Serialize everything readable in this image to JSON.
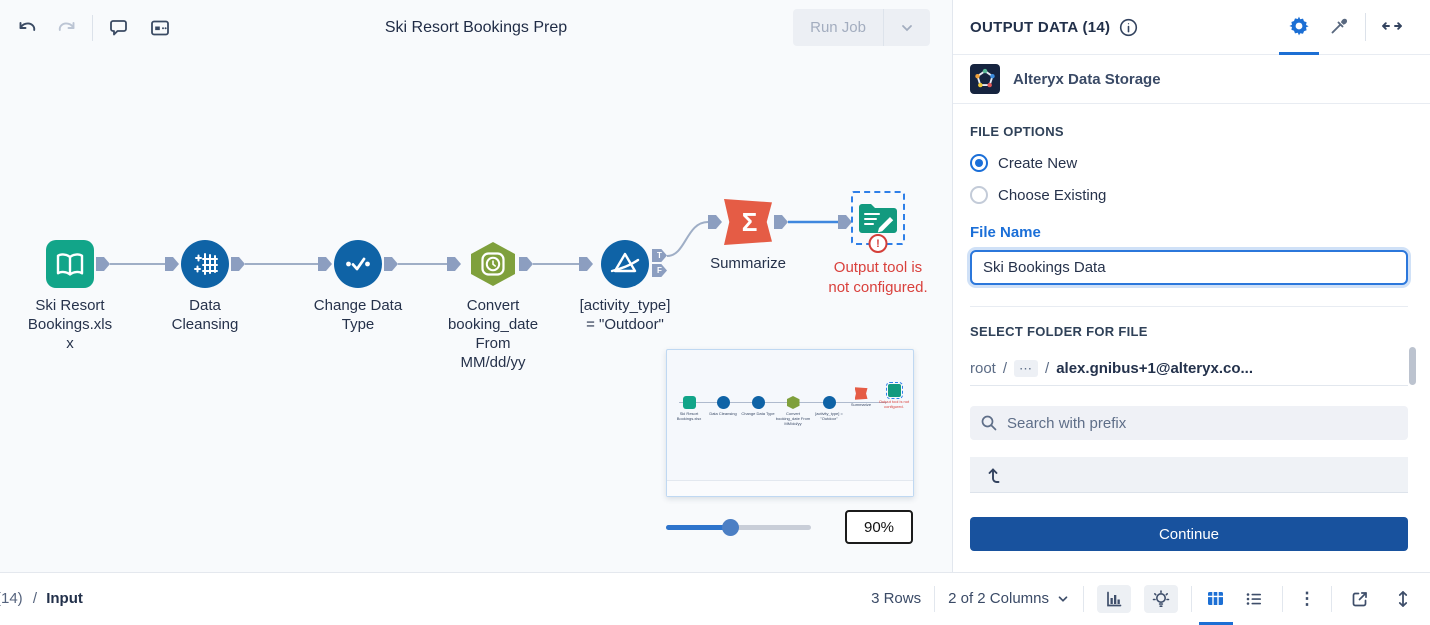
{
  "colors": {
    "accent_blue": "#1C6FD4",
    "node_blue": "#0F63A6",
    "node_green": "#12A589",
    "node_olive": "#7FA03C",
    "node_orange": "#E55C45",
    "error_red": "#D9403C",
    "continue_blue": "#18529E"
  },
  "toolbar": {
    "title": "Ski Resort Bookings Prep",
    "run_job": "Run Job"
  },
  "canvas": {
    "nodes": [
      {
        "label": "Ski Resort Bookings.xlsx"
      },
      {
        "label": "Data Cleansing"
      },
      {
        "label": "Change Data Type"
      },
      {
        "label": "Convert booking_date From MM/dd/yy"
      },
      {
        "label": "[activity_type] = \"Outdoor\"",
        "outputs": [
          "T",
          "F"
        ]
      },
      {
        "label": "Summarize"
      },
      {
        "label": ""
      }
    ],
    "error_text": "Output tool is not configured.",
    "zoom_value": "90%"
  },
  "panel": {
    "title": "OUTPUT DATA (14)",
    "connector_name": "Alteryx Data Storage",
    "file_options": {
      "heading": "FILE OPTIONS",
      "create_new": "Create New",
      "choose_existing": "Choose Existing"
    },
    "file_name": {
      "label": "File Name",
      "value": "Ski Bookings Data"
    },
    "folder": {
      "heading": "SELECT FOLDER FOR FILE",
      "breadcrumb": {
        "root": "root",
        "sep1": "/",
        "ellipsis": "⋯",
        "sep2": "/",
        "current": "alex.gnibus+1@alteryx.co..."
      },
      "search_placeholder": "Search with prefix"
    },
    "continue_label": "Continue"
  },
  "statusbar": {
    "path_prefix": "(14)",
    "path_sep": "/",
    "path_current": "Input",
    "rows": "3 Rows",
    "columns": "2 of 2 Columns"
  },
  "icons": {
    "sigma": "Σ",
    "kebab": "⋮"
  }
}
